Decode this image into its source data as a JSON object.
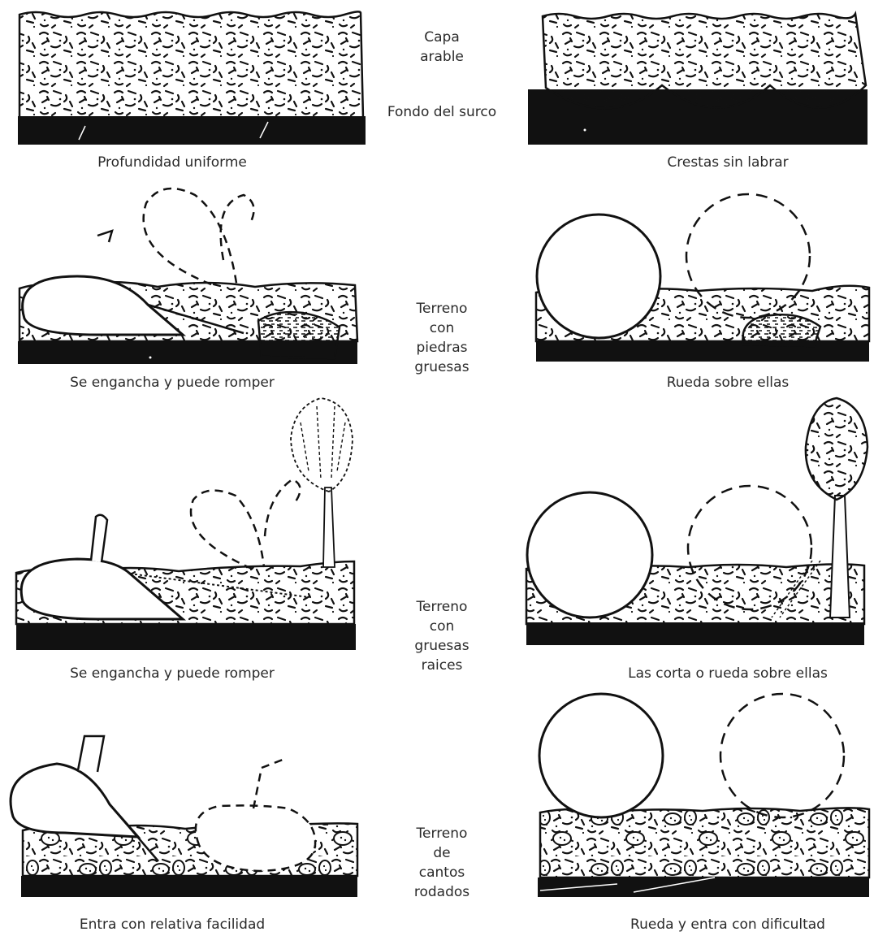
{
  "labels": {
    "capa_arable": [
      "Capa",
      "arable"
    ],
    "fondo_surco": "Fondo del surco",
    "stones_row": [
      "Terreno",
      "con",
      "piedras",
      "gruesas"
    ],
    "roots_row": [
      "Terreno",
      "con",
      "gruesas",
      "raices"
    ],
    "pebbles_row": [
      "Terreno",
      "de",
      "cantos",
      "rodados"
    ]
  },
  "captions": {
    "uniform": "Profundidad uniforme",
    "crests": "Crestas sin labrar",
    "stones_plow": "Se engancha y puede romper",
    "stones_disc": "Rueda sobre ellas",
    "roots_plow": "Se engancha y puede romper",
    "roots_disc": "Las corta o rueda sobre ellas",
    "pebbles_plow": "Entra con relativa facilidad",
    "pebbles_disc": "Rueda y entra con dificultad"
  },
  "colors": {
    "ink": "#111111",
    "text": "#2a2a2a",
    "paper": "#ffffff"
  }
}
